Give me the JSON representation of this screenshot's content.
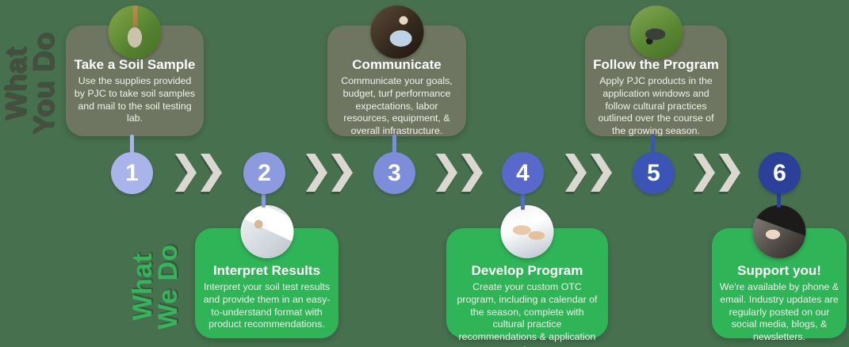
{
  "palette": {
    "background": "#47704f",
    "top_box": "#6e7560",
    "bottom_box": "#2fb457",
    "top_label_color": "#474d3f",
    "bottom_label_color": "#35b45b",
    "chevron": "#dbd7d1",
    "text": "#ffffff"
  },
  "side_labels": {
    "top": {
      "line1": "What",
      "line2": "You Do"
    },
    "bottom": {
      "line1": "What",
      "line2": "We Do"
    }
  },
  "steps": [
    {
      "number": "1",
      "row": "top",
      "title": "Take a Soil Sample",
      "body": "Use the supplies provided by PJC to take soil samples and mail to the soil testing lab.",
      "photo": "shovel-in-grass",
      "circle_color": "#a9b5ea"
    },
    {
      "number": "2",
      "row": "bottom",
      "title": "Interpret Results",
      "body": "Interpret your soil test results and provide them in an easy-to-understand format with product recommendations.",
      "photo": "writing-soil-test-results",
      "circle_color": "#8d9ae0"
    },
    {
      "number": "3",
      "row": "top",
      "title": "Communicate",
      "body": "Communicate your goals, budget, turf performance expectations, labor resources, equipment, & overall infrastructure.",
      "photo": "person-on-phone-at-laptop",
      "circle_color": "#7e8dd9"
    },
    {
      "number": "4",
      "row": "bottom",
      "title": "Develop Program",
      "body": "Create your custom OTC program, including a calendar of the season, complete with cultural practice recommendations & application rates.",
      "photo": "hands-planning-papers",
      "circle_color": "#5869cb"
    },
    {
      "number": "5",
      "row": "top",
      "title": "Follow the Program",
      "body": "Apply PJC products in the application windows and follow cultural practices outlined over the course of the growing season.",
      "photo": "riding-lawn-mower",
      "circle_color": "#3b54b6"
    },
    {
      "number": "6",
      "row": "bottom",
      "title": "Support you!",
      "body": "We're available by phone & email. Industry updates are regularly posted on our social media, blogs, & newsletters.",
      "photo": "hand-dialing-office-phone",
      "circle_color": "#2c3f99"
    }
  ]
}
